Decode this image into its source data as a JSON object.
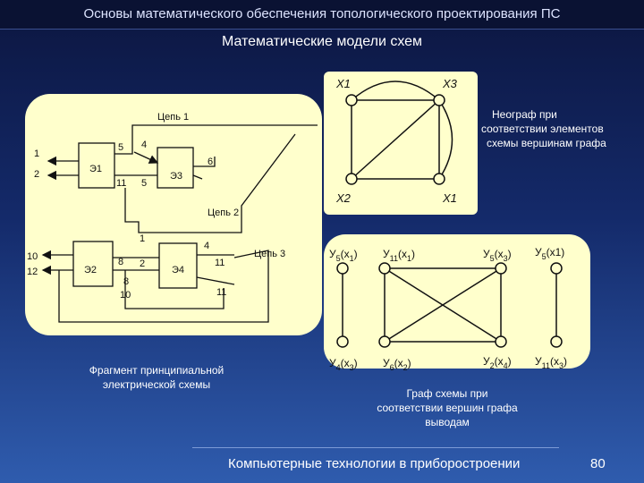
{
  "header": {
    "title": "Основы математического обеспечения топологического проектирования ПС"
  },
  "slide": {
    "subtitle": "Математические модели схем",
    "footer": "Компьютерные технологии в приборостроении",
    "page_number": "80"
  },
  "circuit": {
    "caption_line1": "Фрагмент принципиальной",
    "caption_line2": "электрической схемы",
    "nets": [
      "Цепь 1",
      "Цепь 2",
      "Цепь 3"
    ],
    "elements": [
      "Э1",
      "Э2",
      "Э3",
      "Э4"
    ],
    "pins": [
      "1",
      "2",
      "5",
      "4",
      "11",
      "5",
      "6",
      "10",
      "12",
      "8",
      "2",
      "8",
      "10",
      "1",
      "4",
      "11",
      "11"
    ]
  },
  "graph1": {
    "labels": [
      "X1",
      "X3",
      "X2",
      "X1"
    ],
    "caption_line1": "Неограф  при",
    "caption_line2": "соответствии  элементов",
    "caption_line3": "схемы  вершинам графа"
  },
  "graph2": {
    "top_labels": [
      {
        "base": "У",
        "sub": "5",
        "rest": "(x",
        "rsub": "1",
        "end": ")"
      },
      {
        "base": "У",
        "sub": "11",
        "rest": "(x",
        "rsub": "1",
        "end": ")"
      },
      {
        "base": "У",
        "sub": "5",
        "rest": "(x",
        "rsub": "3",
        "end": ")"
      },
      {
        "base": "У",
        "sub": "5",
        "rest": "(x1)",
        "rsub": "",
        "end": ""
      }
    ],
    "bottom_labels": [
      {
        "base": "У",
        "sub": "4",
        "rest": "(x",
        "rsub": "3",
        "end": ")"
      },
      {
        "base": "У",
        "sub": "6",
        "rest": "(x",
        "rsub": "2",
        "end": ")"
      },
      {
        "base": "У",
        "sub": "2",
        "rest": "(x",
        "rsub": "4",
        "end": ")"
      },
      {
        "base": "У",
        "sub": "11",
        "rest": "(x",
        "rsub": "3",
        "end": ")"
      }
    ],
    "caption_line1": "Граф схемы при",
    "caption_line2": "соответствии вершин графа",
    "caption_line3": "выводам"
  }
}
